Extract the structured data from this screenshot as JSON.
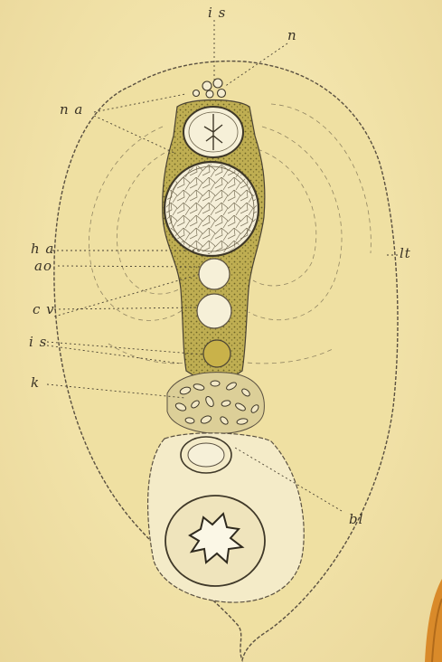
{
  "labels": {
    "is_top": "i s",
    "n": "n",
    "na": "n a",
    "ha": "h a",
    "ao": "ao",
    "cv": "c v",
    "is_mid": "i s",
    "k": "k",
    "lt": "lt",
    "bl": "bl"
  },
  "colors": {
    "paper": "#f3e5ad",
    "ink": "#4a4232",
    "tissue_green": "#b8a94a",
    "tissue_dots": "#6c6426",
    "notochord_fill": "#f6f0d8",
    "edge_accent": "#d98a2a"
  }
}
